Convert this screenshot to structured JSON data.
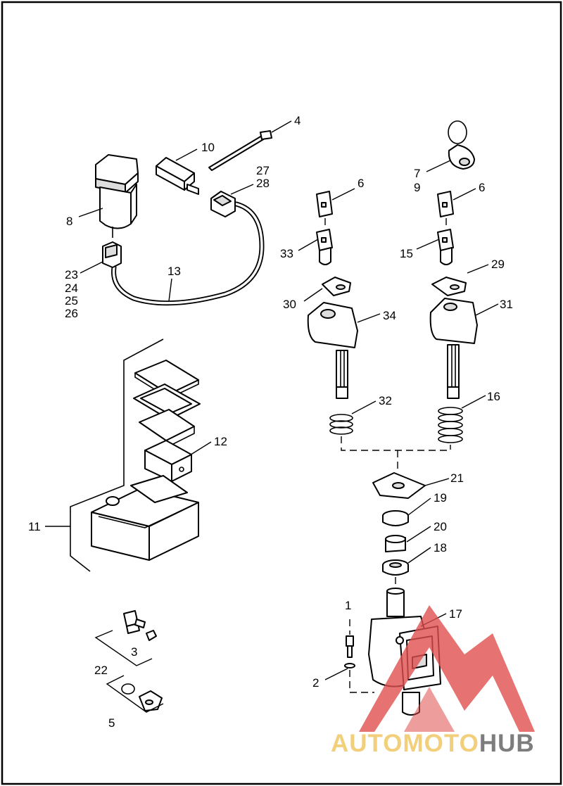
{
  "callouts": {
    "n1": "1",
    "n2": "2",
    "n3": "3",
    "n4": "4",
    "n5": "5",
    "n6a": "6",
    "n6b": "6",
    "n7": "7",
    "n8": "8",
    "n9": "9",
    "n10": "10",
    "n11": "11",
    "n12": "12",
    "n13": "13",
    "n15": "15",
    "n16": "16",
    "n17": "17",
    "n18": "18",
    "n19": "19",
    "n20": "20",
    "n21": "21",
    "n22": "22",
    "n23": "23",
    "n24": "24",
    "n25": "25",
    "n26": "26",
    "n27": "27",
    "n28": "28",
    "n29": "29",
    "n30": "30",
    "n31": "31",
    "n32": "32",
    "n33": "33",
    "n34": "34"
  },
  "watermark": {
    "part1": "AUTOMOTO",
    "part2": "HUB",
    "colors": {
      "yellow": "#f0c45a",
      "gray": "#5d5d5d",
      "red": "#e05050"
    }
  }
}
